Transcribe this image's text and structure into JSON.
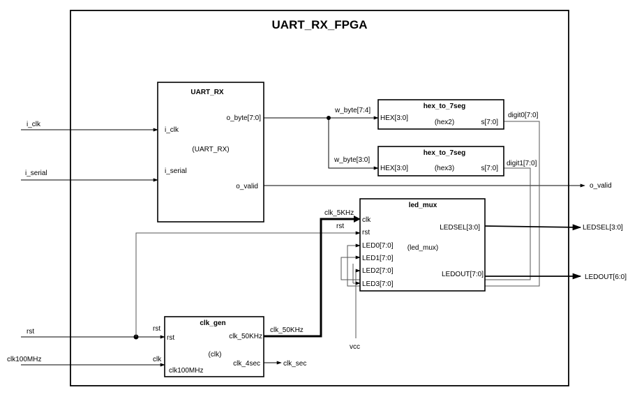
{
  "diagram": {
    "title": "UART_RX_FPGA",
    "inputs": [
      "i_clk",
      "i_serial",
      "rst",
      "clk100MHz"
    ],
    "outputs": [
      "o_valid",
      "LEDSEL[3:0]",
      "LEDOUT[6:0]",
      "clk_sec"
    ],
    "blocks": {
      "uart_rx": {
        "title": "UART_RX",
        "instance": "(UART_RX)",
        "ports": [
          "i_clk",
          "i_serial",
          "o_byte[7:0]",
          "o_valid"
        ]
      },
      "hex2": {
        "title": "hex_to_7seg",
        "instance": "(hex2)",
        "ports": [
          "HEX[3:0]",
          "s[7:0]"
        ]
      },
      "hex3": {
        "title": "hex_to_7seg",
        "instance": "(hex3)",
        "ports": [
          "HEX[3:0]",
          "s[7:0]"
        ]
      },
      "led_mux": {
        "title": "led_mux",
        "instance": "(led_mux)",
        "ports": [
          "clk",
          "rst",
          "LED0[7:0]",
          "LED1[7:0]",
          "LED2[7:0]",
          "LED3[7:0]",
          "LEDSEL[3:0]",
          "LEDOUT[7:0]"
        ]
      },
      "clk_gen": {
        "title": "clk_gen",
        "instance": "(clk)",
        "ports": [
          "rst",
          "clk100MHz",
          "clk_50KHz",
          "clk_4sec"
        ]
      }
    },
    "nets": [
      "w_byte[7:4]",
      "w_byte[3:0]",
      "digit0[7:0]",
      "digit1[7:0]",
      "clk_5KHz",
      "rst",
      "rst",
      "clk",
      "clk_50KHz",
      "vcc"
    ]
  }
}
